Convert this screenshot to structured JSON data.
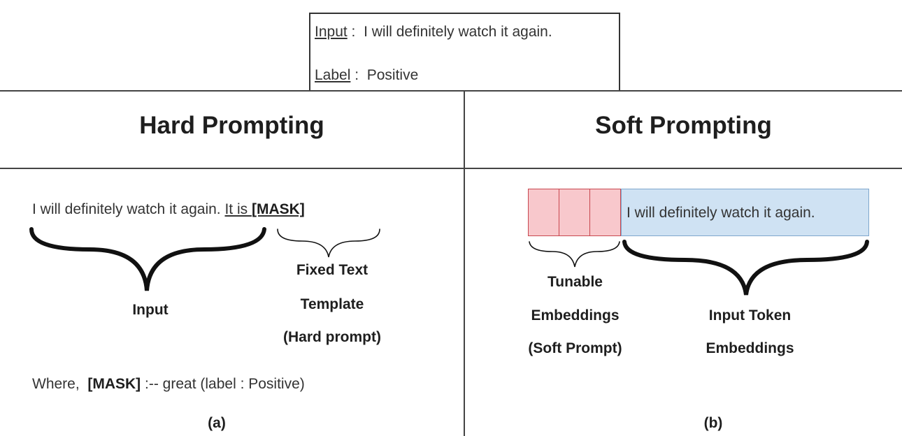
{
  "example": {
    "input_key": "Input",
    "input_sep": " :  ",
    "input_value": "I will definitely watch it again.",
    "label_key": "Label",
    "label_sep": " :  ",
    "label_value": "Positive"
  },
  "hard": {
    "heading": "Hard Prompting",
    "sentence": "I will definitely watch it again. ",
    "template_text": "It is ",
    "mask": "[MASK]",
    "input_caption": "Input",
    "template_caption_1": "Fixed Text",
    "template_caption_2": "Template",
    "template_caption_3": "(Hard prompt)",
    "where_prefix": "Where,  ",
    "where_mask": "[MASK]",
    "where_suffix": " :-- great (label : Positive)",
    "panel_label": "(a)"
  },
  "soft": {
    "heading": "Soft Prompting",
    "token_sentence": "I will definitely watch it again.",
    "tunable_caption_1": "Tunable",
    "tunable_caption_2": "Embeddings",
    "tunable_caption_3": "(Soft Prompt)",
    "input_caption_1": "Input Token",
    "input_caption_2": "Embeddings",
    "panel_label": "(b)"
  }
}
